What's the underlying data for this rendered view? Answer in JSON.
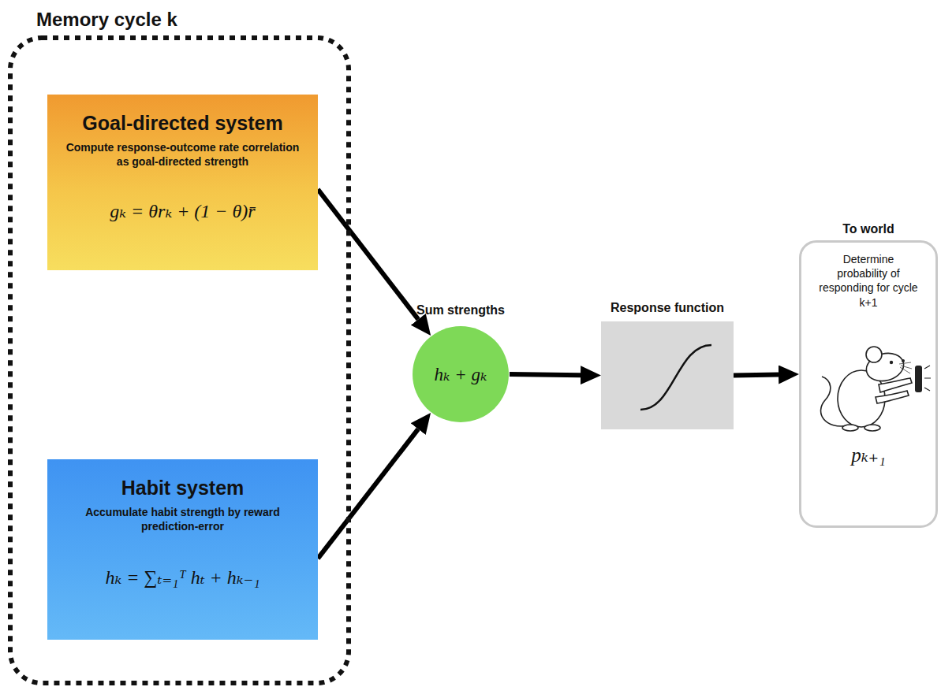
{
  "diagram": {
    "nodes": [
      {
        "text": [
          "Memory cycle k"
        ]
      },
      {
        "text": [
          "Goal-directed system",
          "Compute response-outcome rate correlation as goal-directed strength",
          "gₖ = θrₖ + (1 − θ)r̄"
        ],
        "in": 0
      },
      {
        "text": [
          "Habit system",
          "Accumulate habit strength by reward prediction-error",
          "hₖ = ∑ₜ₌₁ᵀ hₜ + hₖ₋₁"
        ],
        "in": 0
      },
      {
        "text": [
          "Sum strengths",
          "hₖ + gₖ"
        ]
      },
      {
        "text": [
          "Response function"
        ]
      },
      {
        "text": [
          "To world",
          "Determine probability of responding for cycle k+1",
          "pₖ₊₁"
        ]
      }
    ],
    "edges": [
      {
        "from": 1,
        "to": 3,
        "arrow": "to"
      },
      {
        "from": 2,
        "to": 3,
        "arrow": "to"
      },
      {
        "from": 3,
        "to": 4,
        "arrow": "to"
      },
      {
        "from": 4,
        "to": 5,
        "arrow": "to"
      }
    ]
  }
}
